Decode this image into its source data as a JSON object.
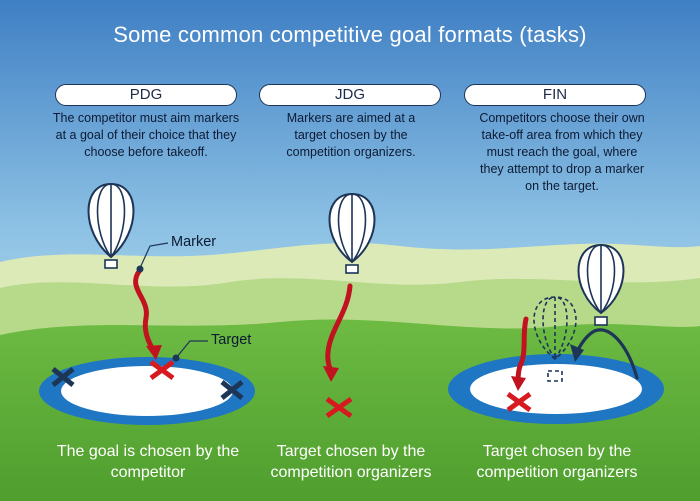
{
  "title": "Some common competitive goal formats (tasks)",
  "columns": [
    {
      "tag": "PDG",
      "description": "The competitor must aim markers at a goal of their choice that they choose before takeoff.",
      "caption": "The goal is chosen by the competitor"
    },
    {
      "tag": "JDG",
      "description": "Markers are aimed at a target chosen by the competition organizers.",
      "caption": "Target chosen by the competition organizers"
    },
    {
      "tag": "FIN",
      "description": "Competitors choose their own take-off area from which they must reach the goal, where they attempt to drop a marker on the target.",
      "caption": "Target chosen by the competition organizers"
    }
  ],
  "labels": {
    "marker": "Marker",
    "target": "Target"
  },
  "colors": {
    "sky_top": "#4a86c8",
    "sky_bottom": "#cfe6f2",
    "grass": "#5eae3a",
    "ring": "#1f76c2",
    "target_x": "#d71920",
    "other_goal_x": "#1d3557",
    "arrow_path": "#c1121f",
    "ink": "#1d3557"
  }
}
